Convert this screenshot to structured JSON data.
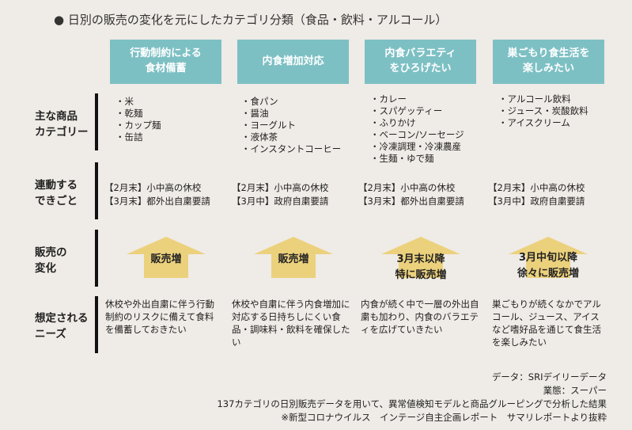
{
  "title": "● 日別の販売の変化を元にしたカテゴリ分類（食品・飲料・アルコール）",
  "colors": {
    "header": "#7dc0c4",
    "arrow": "#ecd17d",
    "background": "#efebe6"
  },
  "row_labels": {
    "categories": "主な商品\nカテゴリー",
    "events": "連動する\nできごと",
    "sales": "販売の\n変化",
    "needs": "想定される\nニーズ"
  },
  "columns": [
    {
      "header": "行動制約による\n食材備蓄",
      "items": [
        "・米",
        "・乾麺",
        "・カップ麺",
        "・缶詰"
      ],
      "events": [
        "【2月末】小中高の休校",
        "【3月末】都外出自粛要請"
      ],
      "sales": "販売増",
      "needs": "休校や外出自粛に伴う行動制約のリスクに備えて食料を備蓄しておきたい"
    },
    {
      "header": "内食増加対応",
      "items": [
        "・食パン",
        "・醤油",
        "・ヨーグルト",
        "・液体茶",
        "・インスタントコーヒー"
      ],
      "events": [
        "【2月末】小中高の休校",
        "【3月中】政府自粛要請"
      ],
      "sales": "販売増",
      "needs": "休校や自粛に伴う内食増加に対応する日持ちしにくい食品・調味料・飲料を確保したい"
    },
    {
      "header": "内食バラエティ\nをひろげたい",
      "items": [
        "・カレー",
        "・スパゲッティー",
        "・ふりかけ",
        "・ベーコン/ソーセージ",
        "・冷凍調理・冷凍農産",
        "・生麺・ゆで麺"
      ],
      "events": [
        "【2月末】小中高の休校",
        "【3月末】都外出自粛要請"
      ],
      "sales": "3月末以降\n特に販売増",
      "needs": "内食が続く中で一層の外出自粛も加わり、内食のバラエティを広げていきたい"
    },
    {
      "header": "巣ごもり食生活を\n楽しみたい",
      "items": [
        "・アルコール飲料",
        "・ジュース・炭酸飲料",
        "・アイスクリーム"
      ],
      "events": [
        "【2月末】小中高の休校",
        "【3月中】政府自粛要請"
      ],
      "sales": "3月中旬以降\n徐々に販売増",
      "needs": "巣ごもりが続くなかでアルコール、ジュース、アイスなど嗜好品を通じて食生活を楽しみたい"
    }
  ],
  "footer": [
    "データ：SRIデイリーデータ",
    "業態：スーパー",
    "137カテゴリの日別販売データを用いて、異常値検知モデルと商品グルーピングで分析した結果",
    "※新型コロナウイルス　インテージ自主企画レポート　サマリレポートより抜粋"
  ]
}
